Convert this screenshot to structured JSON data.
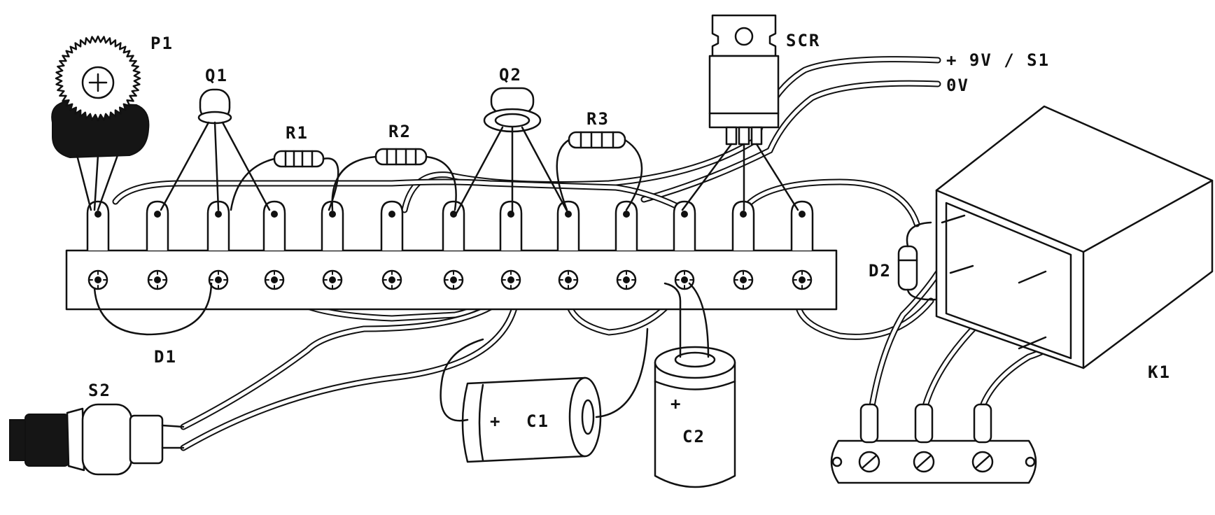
{
  "labels": {
    "p1": "P1",
    "q1": "Q1",
    "q2": "Q2",
    "r1": "R1",
    "r2": "R2",
    "r3": "R3",
    "scr": "SCR",
    "plus9v": "+ 9V / S1",
    "zero_v": "0V",
    "d1": "D1",
    "d2": "D2",
    "s2": "S2",
    "c1": "C1",
    "c2": "C2",
    "k1": "K1",
    "c1_polarity": "+",
    "c2_polarity": "+"
  }
}
